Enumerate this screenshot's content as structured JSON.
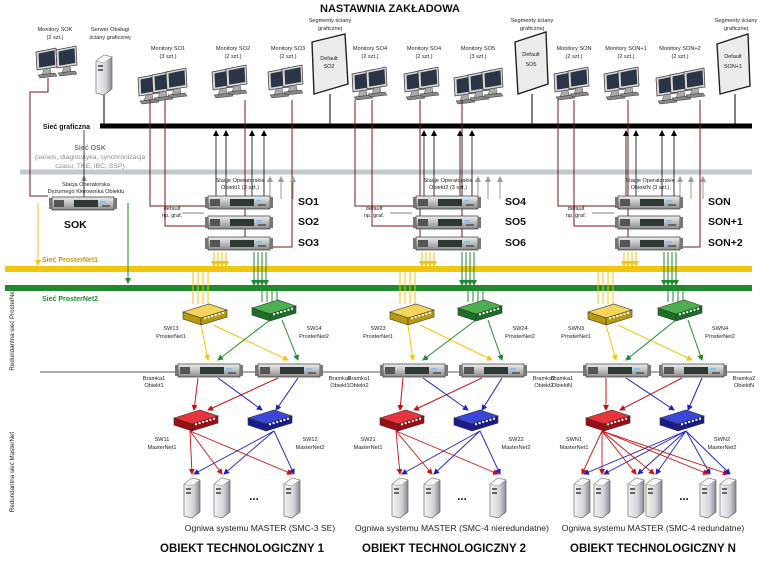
{
  "title": "NASTAWNIA ZAKŁADOWA",
  "top": {
    "monitors_sok": [
      "Monitory SOK",
      "(2 szt.)"
    ],
    "server": [
      "Serwer Obsługi",
      "ściany graficznej"
    ],
    "mon_so1": [
      "Monitory SO1",
      "(3 szt.)"
    ],
    "mon_so2": [
      "Monitory SO2",
      "(2 szt.)"
    ],
    "mon_so3": [
      "Monitory SO3",
      "(2 szt.)"
    ],
    "wall1": [
      "Segmenty ściany",
      "graficznej"
    ],
    "mon_so4": [
      "Monitory SO4",
      "(2 szt.)"
    ],
    "mon_so4b": [
      "Monitory SO4",
      "(2 szt.)"
    ],
    "mon_so5": [
      "Monitory SO5",
      "(3 szt.)"
    ],
    "wall2": [
      "Segmenty ściany",
      "graficznej"
    ],
    "mon_son": [
      "Monitory SON",
      "(2 szt.)"
    ],
    "mon_son1": [
      "Monitory SON+1",
      "(2 szt.)"
    ],
    "mon_son2": [
      "Monitory SON+2",
      "(2 szt.)"
    ],
    "wall3": [
      "Segmenty ściany",
      "graficznej"
    ],
    "wall1_screen": [
      "Default",
      "SO2"
    ],
    "wall2_screen": [
      "Default",
      "SO5"
    ],
    "wall3_screen": [
      "Default",
      "SON+1"
    ]
  },
  "networks": {
    "graphic": "Sieć graficzna",
    "osk": [
      "Sieć OSK",
      "(serwis, diagnostyka, synchronizacja",
      "czasu, TKE, IBC, SSP)"
    ],
    "pn1_prefix": "Sieć ",
    "pn1_name": "ProsterNet1",
    "pn2_prefix": "Sieć ",
    "pn2_name": "ProsterNet2",
    "side_proster": "Redundantna sieć ProsterNet",
    "side_master": "Redundantna sieć MasterNet"
  },
  "sok": {
    "label": [
      "Stacja Operatorska",
      "Dyżurnego Kierownika Obiektu"
    ],
    "name": "SOK"
  },
  "groups": [
    {
      "stations_label": [
        "Stacje Operatorskie",
        "Obiekt1 (3 szt.)"
      ],
      "default_label": [
        "default",
        "np. graf."
      ],
      "names": [
        "SO1",
        "SO2",
        "SO3"
      ],
      "sw_a": [
        "SW13",
        "ProsterNet1"
      ],
      "sw_b": [
        "SW14",
        "ProsterNet2"
      ],
      "gw_a": [
        "Bramka1",
        "Obiekt1"
      ],
      "gw_b": [
        "Bramka2",
        "Obiekt1"
      ],
      "msw_a": [
        "SW11",
        "MasterNet1"
      ],
      "msw_b": [
        "SW12",
        "MasterNet2"
      ],
      "dots": "...",
      "footer": "Ogniwa systemu MASTER (SMC-3 SE)",
      "object": "OBIEKT TECHNOLOGICZNY 1"
    },
    {
      "stations_label": [
        "Stacje Operatorskie",
        "Obiekt2 (3 szt.)"
      ],
      "default_label": [
        "default",
        "np. graf."
      ],
      "names": [
        "SO4",
        "SO5",
        "SO6"
      ],
      "sw_a": [
        "SW23",
        "ProsterNet1"
      ],
      "sw_b": [
        "SW24",
        "ProsterNet2"
      ],
      "gw_a": [
        "Bramka1",
        "Obiekt2"
      ],
      "gw_b": [
        "Bramka2",
        "Obiekt2"
      ],
      "msw_a": [
        "SW21",
        "MasterNet1"
      ],
      "msw_b": [
        "SW22",
        "MasterNet2"
      ],
      "dots": "...",
      "footer": "Ogniwa systemu MASTER (SMC-4 nieredundatne)",
      "object": "OBIEKT TECHNOLOGICZNY 2"
    },
    {
      "stations_label": [
        "Stacje Operatorskie",
        "ObiektN (3 szt.)"
      ],
      "default_label": [
        "default",
        "np. graf."
      ],
      "names": [
        "SON",
        "SON+1",
        "SON+2"
      ],
      "sw_a": [
        "SWN3",
        "ProsterNet1"
      ],
      "sw_b": [
        "SWN4",
        "ProsterNet2"
      ],
      "gw_a": [
        "Bramka1",
        "ObiektN"
      ],
      "gw_b": [
        "Bramka2",
        "ObiektN"
      ],
      "msw_a": [
        "SWN1",
        "MasterNet1"
      ],
      "msw_b": [
        "SWN2",
        "MasterNet2"
      ],
      "dots": "...",
      "footer": "Ogniwa systemu MASTER (SMC-4 redundatne)",
      "object": "OBIEKT TECHNOLOGICZNY N"
    }
  ],
  "colors": {
    "black_bus": "#000000",
    "osk_bus": "#c0c8d0",
    "pn1": "#f2c60a",
    "pn2": "#1f8a2e",
    "red": "#cc1010",
    "blue": "#2020c0",
    "brown": "#7a1414",
    "gray_link": "#999999"
  }
}
